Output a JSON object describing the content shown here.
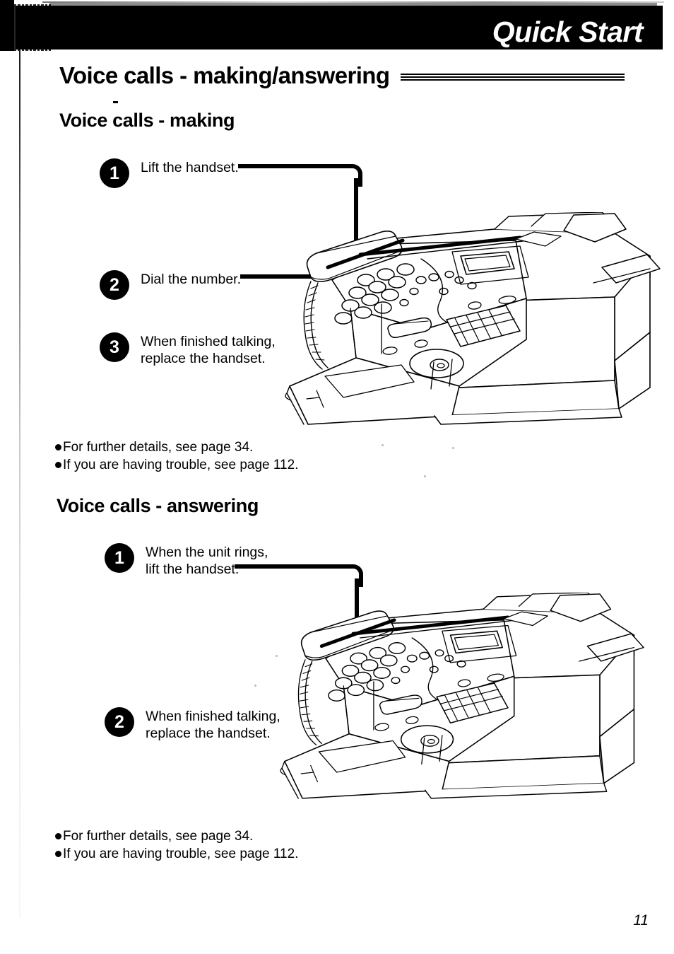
{
  "header": {
    "title": "Quick Start"
  },
  "page_heading": "Voice calls - making/answering",
  "sections": [
    {
      "heading": "Voice calls - making",
      "steps": [
        {
          "number": "1",
          "text": "Lift the handset."
        },
        {
          "number": "2",
          "text": "Dial the number."
        },
        {
          "number": "3",
          "text": "When finished talking,\nreplace the handset."
        }
      ],
      "notes": [
        "For further details, see page 34.",
        "If you are having trouble, see page 112."
      ],
      "illustration": "fax-machine-line-art"
    },
    {
      "heading": "Voice calls - answering",
      "steps": [
        {
          "number": "1",
          "text": "When the unit rings,\nlift the handset."
        },
        {
          "number": "2",
          "text": "When finished talking,\nreplace the handset."
        }
      ],
      "notes": [
        "For further details, see page 34.",
        "If you are having trouble, see page 112."
      ],
      "illustration": "fax-machine-line-art"
    }
  ],
  "page_number": "11",
  "colors": {
    "ink": "#000000",
    "paper": "#ffffff"
  }
}
